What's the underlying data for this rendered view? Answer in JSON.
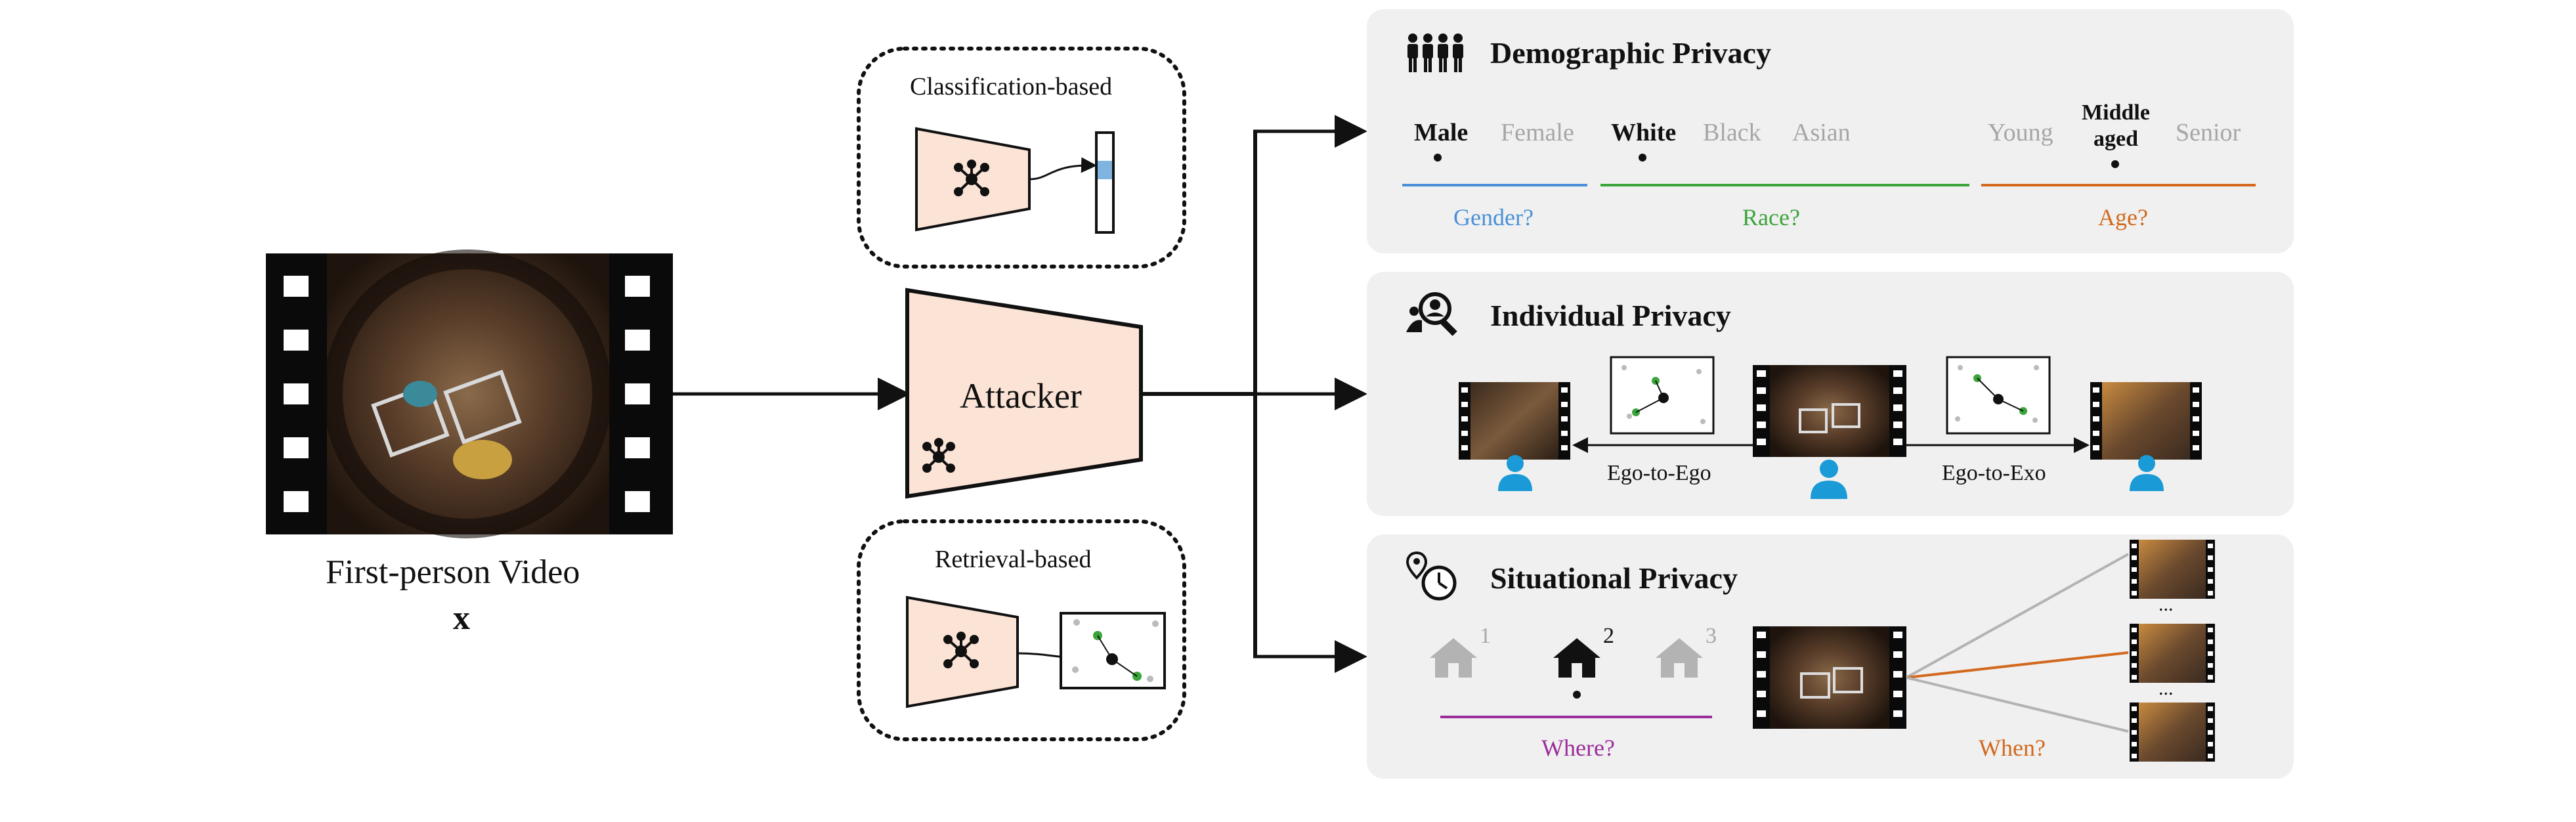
{
  "input": {
    "caption": "First-person Video",
    "symbol": "x"
  },
  "attacker": {
    "label": "Attacker",
    "classification_label": "Classification-based",
    "retrieval_label": "Retrieval-based"
  },
  "demographic": {
    "title": "Demographic Privacy",
    "icon": "group-people-icon",
    "gender": {
      "options": [
        "Male",
        "Female"
      ],
      "selected": "Male",
      "question": "Gender?",
      "color": "#4a90d9"
    },
    "race": {
      "options": [
        "White",
        "Black",
        "Asian"
      ],
      "selected": "White",
      "question": "Race?",
      "color": "#3aa53a"
    },
    "age": {
      "options": [
        "Young",
        "Middle aged",
        "Senior"
      ],
      "selected": "Middle aged",
      "question": "Age?",
      "color": "#d2691e"
    }
  },
  "individual": {
    "title": "Individual Privacy",
    "icon": "person-search-icon",
    "ego_to_ego": "Ego-to-Ego",
    "ego_to_exo": "Ego-to-Exo",
    "person_color": "#1a9ad6"
  },
  "situational": {
    "title": "Situational Privacy",
    "icon": "location-time-icon",
    "places": [
      "1",
      "2",
      "3"
    ],
    "selected_place": "2",
    "where": "Where?",
    "where_color": "#9b2d9b",
    "when": "When?",
    "when_color": "#d2691e",
    "ellipsis": "..."
  }
}
